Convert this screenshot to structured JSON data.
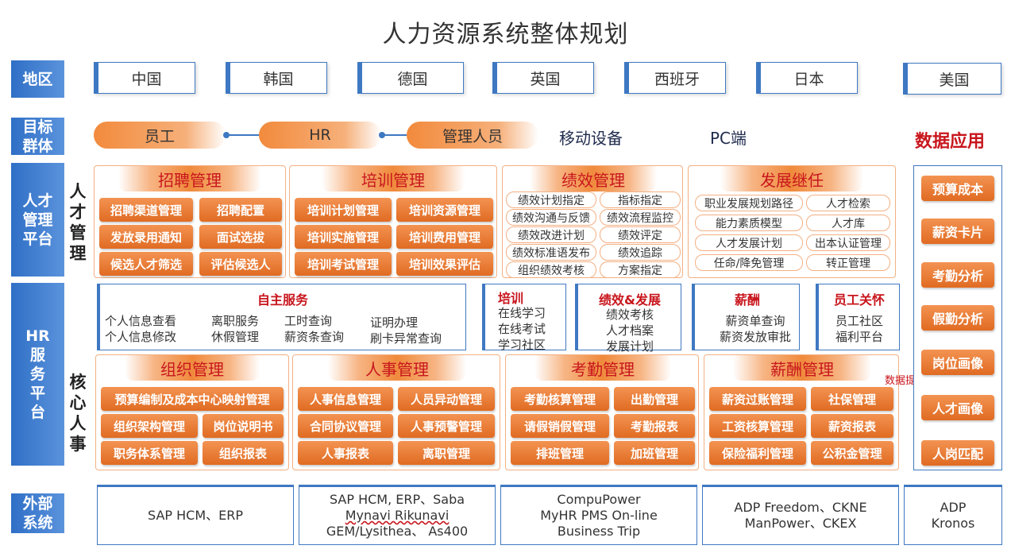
{
  "title": "人力资源系统整体规划",
  "labels": {
    "region": "地区",
    "target": "目标群体",
    "talent_platform": "人才管理平台",
    "talent_vert": "人才管理",
    "hr_platform": "HR服务平台",
    "core_vert": "核心人事",
    "external": "外部系统"
  },
  "regions": [
    "中国",
    "韩国",
    "德国",
    "英国",
    "西班牙",
    "日本",
    "美国"
  ],
  "targets": {
    "pills": [
      "员工",
      "HR",
      "管理人员"
    ],
    "plain": [
      "移动设备",
      "PC端"
    ],
    "data_app": "数据应用"
  },
  "talent_modules": [
    {
      "title": "招聘管理",
      "items": [
        "招聘渠道管理",
        "招聘配置",
        "发放录用通知",
        "面试选拔",
        "候选人才筛选",
        "评估候选人"
      ]
    },
    {
      "title": "培训管理",
      "items": [
        "培训计划管理",
        "培训资源管理",
        "培训实施管理",
        "培训费用管理",
        "培训考试管理",
        "培训效果评估"
      ]
    },
    {
      "title": "绩效管理",
      "items": [
        "绩效计划指定",
        "指标指定",
        "绩效沟通与反馈",
        "绩效流程监控",
        "绩效改进计划",
        "绩效评定",
        "绩效标准语发布",
        "绩效追踪",
        "组织绩效考核",
        "方案指定"
      ]
    },
    {
      "title": "发展继任",
      "items": [
        "职业发展规划路径",
        "人才检索",
        "能力素质模型",
        "人才库",
        "人才发展计划",
        "出本认证管理",
        "任命/降免管理",
        "转正管理"
      ]
    }
  ],
  "self_service": {
    "title": "自主服务",
    "col1": [
      "个人信息查看",
      "个人信息修改"
    ],
    "col2": [
      "离职服务",
      "休假管理"
    ],
    "col3": [
      "工时查询",
      "薪资条查询"
    ],
    "col4": [
      "证明办理",
      "刷卡异常查询"
    ]
  },
  "services": [
    {
      "title": "培训",
      "items": [
        "在线学习",
        "在线考试",
        "学习社区"
      ]
    },
    {
      "title": "绩效&发展",
      "items": [
        "绩效考核",
        "人才档案",
        "发展计划"
      ]
    },
    {
      "title": "薪酬",
      "items": [
        "薪资单查询",
        "薪资发放审批"
      ]
    },
    {
      "title": "员工关怀",
      "items": [
        "员工社区",
        "福利平台"
      ]
    }
  ],
  "core_modules": [
    {
      "title": "组织管理",
      "items": [
        "预算编制及成本中心映射管理",
        "组织架构管理",
        "岗位说明书",
        "职务体系管理",
        "组织报表"
      ]
    },
    {
      "title": "人事管理",
      "items": [
        "人事信息管理",
        "人员异动管理",
        "合同协议管理",
        "人事预警管理",
        "人事报表",
        "离职管理"
      ]
    },
    {
      "title": "考勤管理",
      "items": [
        "考勤核算管理",
        "出勤管理",
        "请假销假管理",
        "考勤报表",
        "排班管理",
        "加班管理"
      ]
    },
    {
      "title": "薪酬管理",
      "items": [
        "薪资过账管理",
        "社保管理",
        "工资核算管理",
        "薪资报表",
        "保险福利管理",
        "公积金管理"
      ]
    }
  ],
  "data_extract": "数据提取",
  "data_apps": [
    "预算成本",
    "薪资卡片",
    "考勤分析",
    "假勤分析",
    "岗位画像",
    "人才画像",
    "人岗匹配"
  ],
  "external_systems": [
    {
      "lines": [
        "SAP HCM、ERP"
      ]
    },
    {
      "lines": [
        "SAP HCM, ERP、Saba",
        "Mynavi Rikunavi",
        "GEM/Lysithea、 As400"
      ]
    },
    {
      "lines": [
        "CompuPower",
        "MyHR PMS On-line",
        "Business Trip"
      ]
    },
    {
      "lines": [
        "ADP Freedom、CKNE",
        "ManPower、CKEX"
      ]
    },
    {
      "lines": [
        "ADP",
        "Kronos"
      ]
    }
  ],
  "colors": {
    "blue": "#3e78c2",
    "orange": "#f08a3c",
    "red": "#c8161d"
  }
}
